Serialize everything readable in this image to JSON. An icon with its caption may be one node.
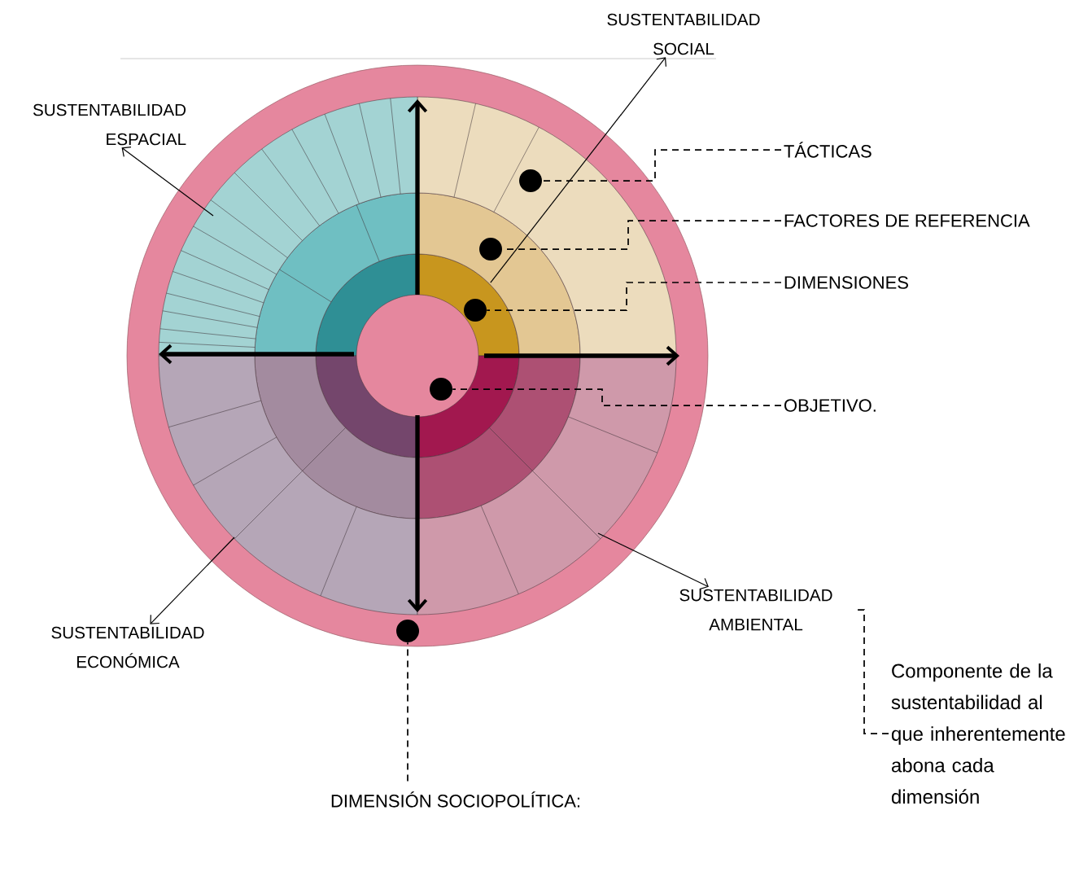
{
  "diagram": {
    "nodes": [
      {
        "text": [
          "SUSTENTABILIDAD SOCIAL"
        ]
      },
      {
        "text": [
          "SUSTENTABILIDAD ESPACIAL"
        ]
      },
      {
        "text": [
          "SUSTENTABILIDAD ECONÓMICA"
        ]
      },
      {
        "text": [
          "SUSTENTABILIDAD AMBIENTAL"
        ]
      },
      {
        "text": [
          "TÁCTICAS"
        ]
      },
      {
        "text": [
          "FACTORES DE REFERENCIA"
        ]
      },
      {
        "text": [
          "DIMENSIONES"
        ]
      },
      {
        "text": [
          "OBJETIVO."
        ]
      },
      {
        "text": [
          "DIMENSIÓN SOCIOPOLÍTICA:"
        ]
      },
      {
        "text": [
          "Componente de la sustentabilidad al que inherentemente abona cada dimensión"
        ]
      },
      {
        "text": [],
        "shape": "circle"
      },
      {
        "text": [],
        "shape": "circle"
      },
      {
        "text": [],
        "shape": "circle"
      },
      {
        "text": [],
        "shape": "circle"
      },
      {
        "text": [],
        "shape": "circle"
      }
    ],
    "edges": [
      {
        "from": null,
        "to": 0,
        "arrow": "to"
      },
      {
        "from": null,
        "to": 1,
        "arrow": "to"
      },
      {
        "from": null,
        "to": 2,
        "arrow": "to"
      },
      {
        "from": null,
        "to": 3,
        "arrow": "to"
      },
      {
        "from": 4,
        "to": 10,
        "arrow": "none",
        "style": "dashed"
      },
      {
        "from": 5,
        "to": 11,
        "arrow": "none",
        "style": "dashed"
      },
      {
        "from": 6,
        "to": 12,
        "arrow": "none",
        "style": "dashed"
      },
      {
        "from": 7,
        "to": 13,
        "arrow": "none",
        "style": "dashed"
      },
      {
        "from": 8,
        "to": 14,
        "arrow": "none",
        "style": "dashed"
      },
      {
        "from": 9,
        "to": 3,
        "arrow": "none",
        "style": "dashed"
      }
    ]
  }
}
